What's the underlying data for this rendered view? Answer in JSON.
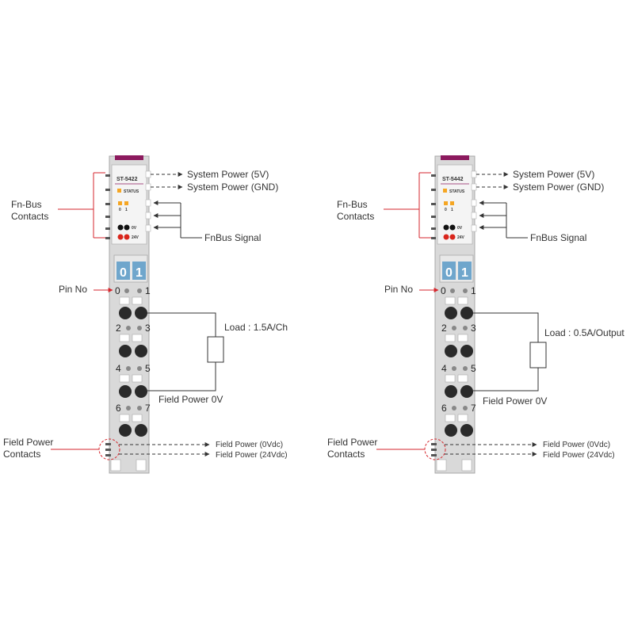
{
  "colors": {
    "callout": "#d6262c",
    "module_body": "#d9d9d9",
    "module_edge": "#a8a8a8",
    "module_top": "#8c1a5e",
    "led_orange": "#f5a623",
    "led_red": "#d9261c",
    "digit_bg": "#6fa6cc",
    "line": "#333333"
  },
  "modules": [
    {
      "model": "ST-5422",
      "status": "STATUS",
      "ch_labels": [
        "0",
        "1"
      ],
      "v0": "0V",
      "v24": "24V",
      "digits": [
        "0",
        "1"
      ],
      "pins": [
        "0",
        "1",
        "2",
        "3",
        "4",
        "5",
        "6",
        "7"
      ],
      "load": "Load : 1.5A/Ch",
      "field_power_0v": "Field Power 0V"
    },
    {
      "model": "ST-5442",
      "status": "STATUS",
      "ch_labels": [
        "0",
        "1"
      ],
      "v0": "0V",
      "v24": "24V",
      "digits": [
        "0",
        "1"
      ],
      "pins": [
        "0",
        "1",
        "2",
        "3",
        "4",
        "5",
        "6",
        "7"
      ],
      "load": "Load : 0.5A/Output",
      "field_power_0v": "Field Power 0V"
    }
  ],
  "labels": {
    "system_power_5v": "System Power (5V)",
    "system_power_gnd": "System Power (GND)",
    "fnbus_signal": "FnBus Signal",
    "fnbus_contacts_1": "Fn-Bus",
    "fnbus_contacts_2": "Contacts",
    "pin_no": "Pin  No",
    "field_power_contacts_1": "Field Power",
    "field_power_contacts_2": "Contacts",
    "field_power_0vdc": "Field Power (0Vdc)",
    "field_power_24vdc": "Field Power (24Vdc)"
  }
}
